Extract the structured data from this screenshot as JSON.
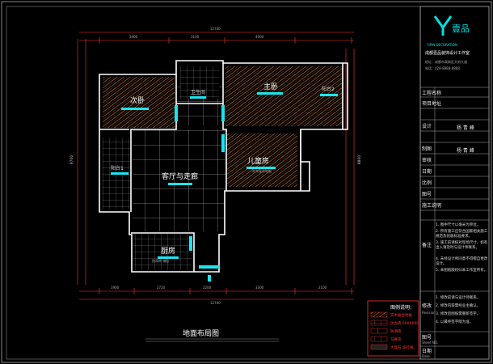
{
  "drawing": {
    "title": "地面布局图",
    "rooms": {
      "second_bedroom": "次卧",
      "bathroom": "卫生间",
      "master_bedroom": "主卧",
      "balcony_2": "阳台2",
      "kids_room": "儿童房",
      "kids_room_sub": "实木复合地板",
      "balcony_1": "阳台1",
      "living_corridor": "客厅与走廊",
      "kitchen": "厨房",
      "kitchen_sub": "防滑砖 铺贴"
    },
    "dimensions": {
      "top_total": "12740",
      "top_left": "3400",
      "top_mid": "3100",
      "top_right": "4000",
      "bottom_total": "12740",
      "bottom_1": "1900",
      "bottom_2": "2720",
      "bottom_3": "2200",
      "bottom_4": "3300",
      "bottom_5": "2100",
      "left_total": "9700",
      "right_total": "8800"
    }
  },
  "title_block": {
    "brand": "壹品",
    "brand_en": "YIPIN DECORATION",
    "studio": "成都壹品装饰设计工作室",
    "studio_address": "地址：成都市高新区天府大道",
    "studio_tel": "电话：028-8888-8888",
    "rows": [
      {
        "label": "工程名称",
        "value": ""
      },
      {
        "label": "项目地址",
        "value": ""
      },
      {
        "label": "设计",
        "value": "杨 青 峰"
      },
      {
        "label": "制图",
        "value": "杨 青 峰"
      },
      {
        "label": "审核",
        "value": ""
      },
      {
        "label": "日期",
        "value": ""
      },
      {
        "label": "比例",
        "value": ""
      },
      {
        "label": "图号",
        "value": ""
      },
      {
        "label": "施工说明",
        "value": ""
      }
    ],
    "notes_label": "备注",
    "notes": [
      "1. 图中尺寸以毫米为单位。",
      "2. 所有施工应符合国家相关施工规范及验收标准要求。",
      "3. 施工前请核对现场尺寸，如有出入请及时与设计师联系。",
      "4. 未经设计师同意不得擅自更改设计。",
      "5. 本图纸版权归本工作室所有。"
    ],
    "revision_label": "修改",
    "revision_sub": "Revision",
    "revisions": [
      "1. 修改前请与设计师联系。",
      "2. 修改内容需经业主确认。",
      "3. 修改后图纸需重新签字。",
      "4. 以最终签字版为准。"
    ],
    "sheet_label": "图号",
    "sheet_sub": "Sheet NO.",
    "date_label": "日期",
    "date_sub": "Date"
  },
  "legend": {
    "title": "图例说明：",
    "items": [
      {
        "text": "实木复合地板"
      },
      {
        "text": "仿古砖 600X600"
      },
      {
        "text": "防滑砖"
      },
      {
        "text": "马赛克"
      },
      {
        "text": "大理石 波打线"
      }
    ]
  },
  "colors": {
    "background": "#000000",
    "wall": "#ffffff",
    "accent": "#19e6f0",
    "dimension": "#ff3333",
    "wood": "#c87a3a",
    "brand": "#00e0e0"
  }
}
